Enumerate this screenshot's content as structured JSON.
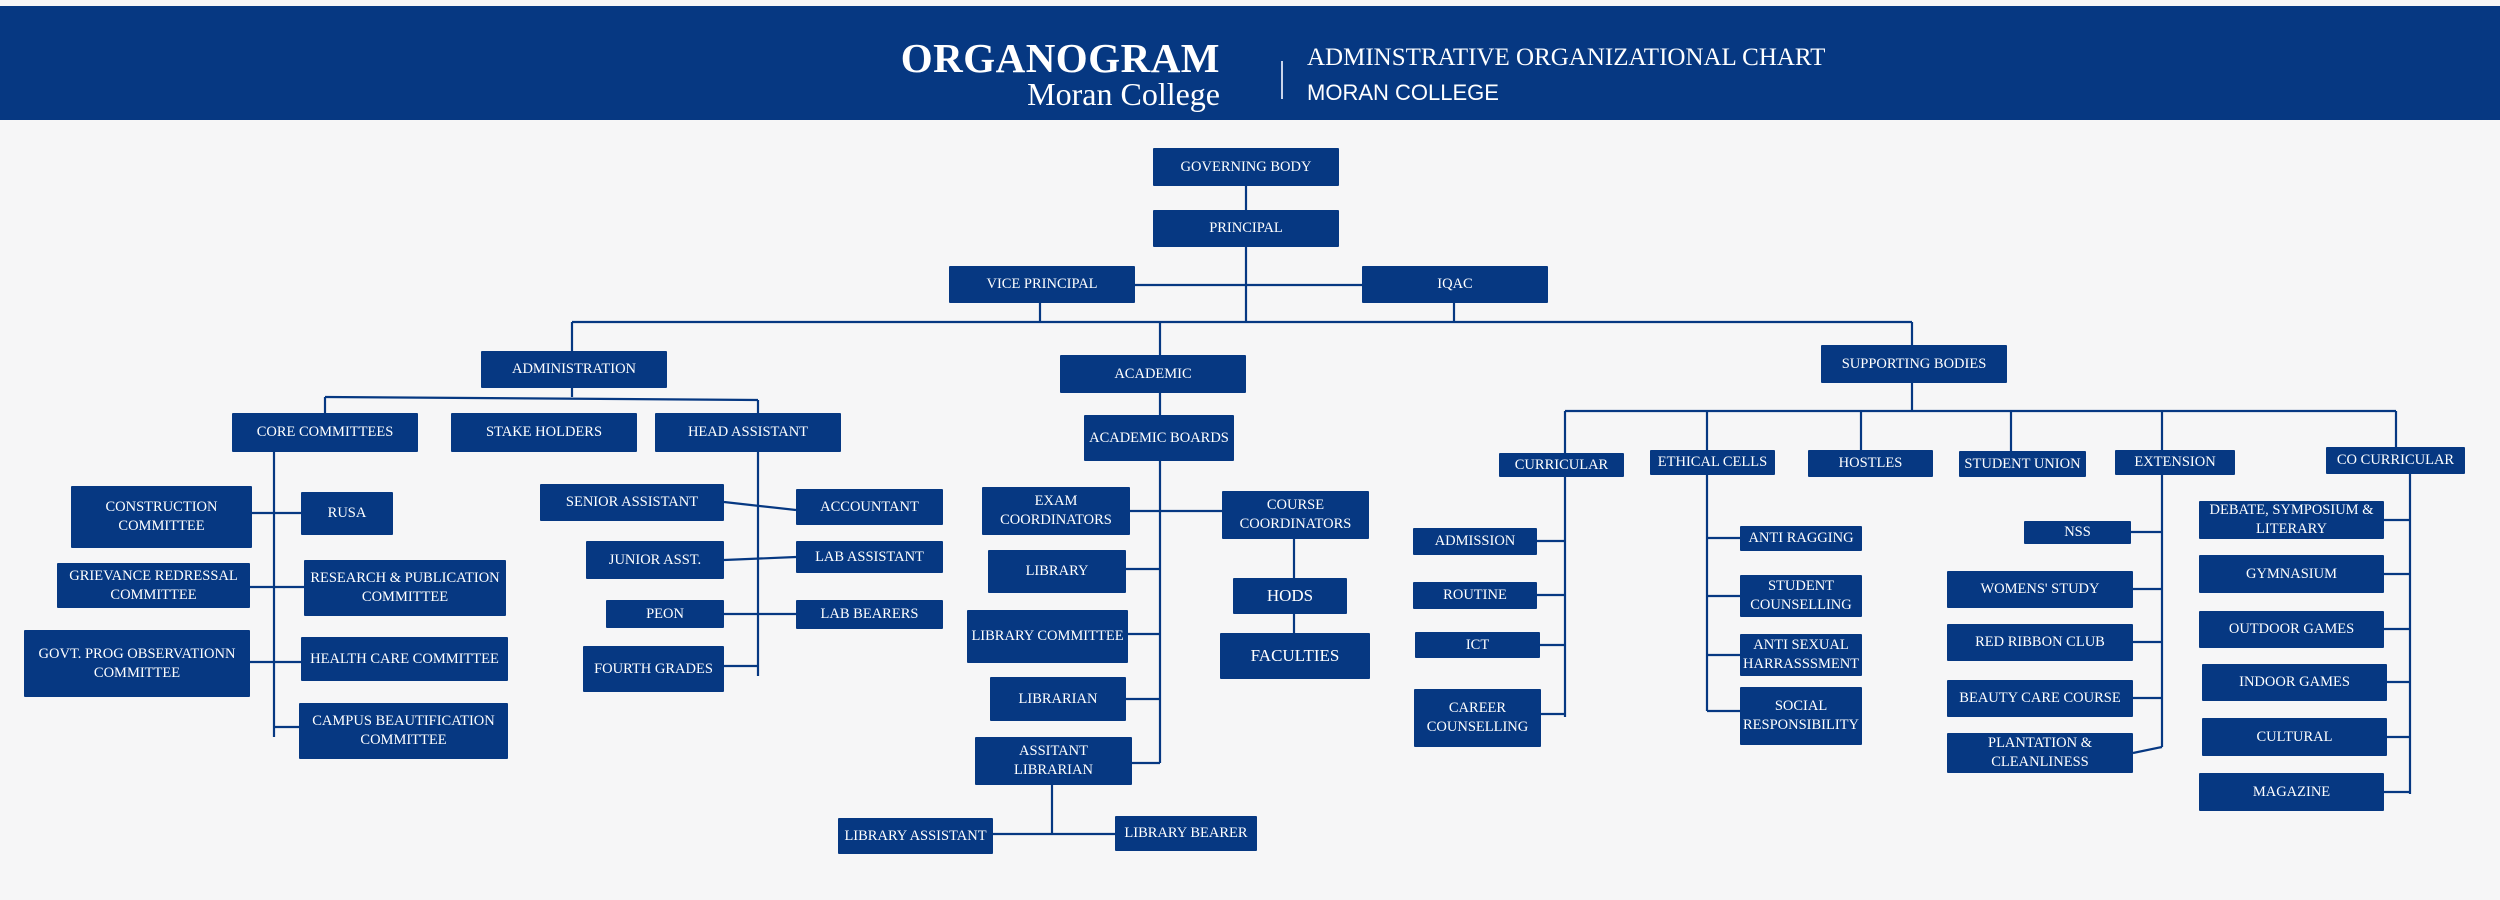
{
  "header": {
    "title": "ORGANOGRAM",
    "subtitle": "Moran College",
    "chart_title": "ADMINSTRATIVE ORGANIZATIONAL CHART",
    "chart_subtitle": "MORAN COLLEGE"
  },
  "nodes": {
    "governing_body": "GOVERNING BODY",
    "principal": "PRINCIPAL",
    "vice_principal": "VICE PRINCIPAL",
    "iqac": "IQAC",
    "administration": "ADMINISTRATION",
    "academic": "ACADEMIC",
    "supporting_bodies": "SUPPORTING BODIES",
    "core_committees": "CORE COMMITTEES",
    "stake_holders": "STAKE HOLDERS",
    "head_assistant": "HEAD ASSISTANT",
    "construction_committee": "CONSTRUCTION COMMITTEE",
    "rusa": "RUSA",
    "grievance_committee": "GRIEVANCE REDRESSAL COMMITTEE",
    "research_committee": "RESEARCH & PUBLICATION COMMITTEE",
    "govt_prog_committee": "GOVT. PROG OBSERVATIONN COMMITTEE",
    "health_care_committee": "HEALTH CARE COMMITTEE",
    "campus_beautification": "CAMPUS BEAUTIFICATION COMMITTEE",
    "senior_assistant": "SENIOR ASSISTANT",
    "accountant": "ACCOUNTANT",
    "junior_asst": "JUNIOR ASST.",
    "lab_assistant": "LAB ASSISTANT",
    "peon": "PEON",
    "lab_bearers": "LAB BEARERS",
    "fourth_grades": "FOURTH GRADES",
    "academic_boards": "ACADEMIC BOARDS",
    "exam_coordinators": "EXAM COORDINATORS",
    "course_coordinators": "COURSE COORDINATORS",
    "library": "LIBRARY",
    "library_committee": "LIBRARY COMMITTEE",
    "librarian": "LIBRARIAN",
    "assistant_librarian": "ASSITANT LIBRARIAN",
    "library_assistant": "LIBRARY ASSISTANT",
    "library_bearer": "LIBRARY BEARER",
    "hods": "HODS",
    "faculties": "FACULTIES",
    "curricular": "CURRICULAR",
    "ethical_cells": "ETHICAL CELLS",
    "hostles": "HOSTLES",
    "student_union": "STUDENT UNION",
    "extension": "EXTENSION",
    "co_curricular": "CO CURRICULAR",
    "admission": "ADMISSION",
    "routine": "ROUTINE",
    "ict": "ICT",
    "career_counselling": "CAREER COUNSELLING",
    "anti_ragging": "ANTI RAGGING",
    "student_counselling": "STUDENT COUNSELLING",
    "anti_sexual_harassment": "ANTI SEXUAL HARRASSSMENT",
    "social_responsibility": "SOCIAL RESPONSIBILITY",
    "nss": "NSS",
    "womens_study": "WOMENS' STUDY",
    "red_ribbon_club": "RED RIBBON CLUB",
    "beauty_care_course": "BEAUTY CARE COURSE",
    "plantation_cleanliness": "PLANTATION & CLEANLINESS",
    "debate_symposium": "DEBATE, SYMPOSIUM & LITERARY",
    "gymnasium": "GYMNASIUM",
    "outdoor_games": "OUTDOOR GAMES",
    "indoor_games": "INDOOR GAMES",
    "cultural": "CULTURAL",
    "magazine": "MAGAZINE"
  }
}
